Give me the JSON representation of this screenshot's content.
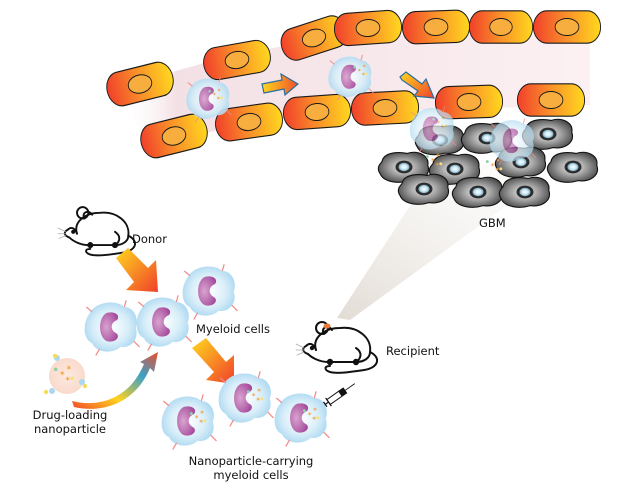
{
  "figure": {
    "labels": {
      "gbm": "GBM",
      "donor": "Donor",
      "myeloid_cells": "Myeloid cells",
      "recipient": "Recipient",
      "drug_loading_line1": "Drug-loading",
      "drug_loading_line2": "nanoparticle",
      "np_carrying_line1": "Nanoparticle-carrying",
      "np_carrying_line2": "myeloid cells"
    },
    "colors": {
      "endothelial_left": "#f04a2a",
      "endothelial_right": "#ffd21e",
      "endothelial_nucleus": "#f9b040",
      "vessel_lumen": "#f6e4e6",
      "myeloid_body": "#bfe3f5",
      "myeloid_nucleus": "#b85fa6",
      "tumor_cell": "#4a4a4a",
      "tumor_nucleus_highlight": "#d8f0fb",
      "arrow_start": "#ffd21e",
      "arrow_end": "#f04a2a",
      "cone": "#e8e2dc"
    },
    "nodes": [
      {
        "id": "donor",
        "label": "Donor"
      },
      {
        "id": "myeloid-cells",
        "label": "Myeloid cells"
      },
      {
        "id": "drug-loading-nanoparticle",
        "label": "Drug-loading nanoparticle"
      },
      {
        "id": "nanoparticle-carrying-myeloid-cells",
        "label": "Nanoparticle-carrying myeloid cells"
      },
      {
        "id": "recipient",
        "label": "Recipient"
      },
      {
        "id": "gbm",
        "label": "GBM"
      }
    ],
    "edges": [
      {
        "from": "donor",
        "to": "myeloid-cells"
      },
      {
        "from": "drug-loading-nanoparticle",
        "to": "myeloid-cells"
      },
      {
        "from": "myeloid-cells",
        "to": "nanoparticle-carrying-myeloid-cells"
      },
      {
        "from": "nanoparticle-carrying-myeloid-cells",
        "to": "recipient",
        "via": "injection"
      },
      {
        "from": "recipient",
        "to": "gbm",
        "via": "blood vessel migration"
      }
    ]
  }
}
